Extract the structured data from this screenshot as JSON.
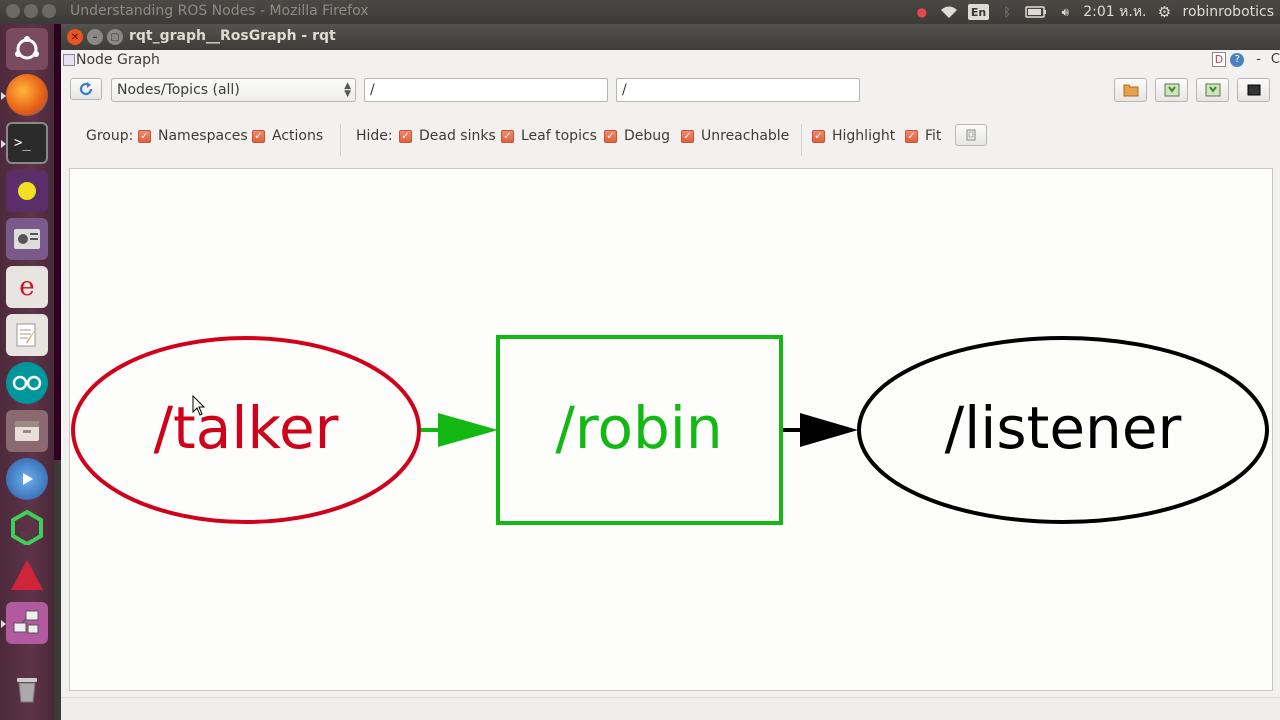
{
  "top_panel": {
    "firefox_title": "Understanding ROS Nodes - Mozilla Firefox",
    "keyboard_layout": "En",
    "clock": "2:01 ห.ห.",
    "user": "robinrobotics"
  },
  "rqt_window": {
    "title": "rqt_graph__RosGraph - rqt",
    "plugin_title": "Node Graph",
    "plugin_d_label": "D",
    "plugin_help_label": "?",
    "plugin_minimize_label": "-",
    "plugin_close_label": "C"
  },
  "toolbar": {
    "view_mode": "Nodes/Topics (all)",
    "namespace_filter": "/",
    "topic_filter": "/"
  },
  "options": {
    "group_label": "Group:",
    "group_items": [
      {
        "label": "Namespaces",
        "checked": true
      },
      {
        "label": "Actions",
        "checked": true
      }
    ],
    "hide_label": "Hide:",
    "hide_items": [
      {
        "label": "Dead sinks",
        "checked": true
      },
      {
        "label": "Leaf topics",
        "checked": true
      },
      {
        "label": "Debug",
        "checked": true
      },
      {
        "label": "Unreachable",
        "checked": true
      }
    ],
    "view_items": [
      {
        "label": "Highlight",
        "checked": true
      },
      {
        "label": "Fit",
        "checked": true
      }
    ]
  },
  "graph": {
    "nodes": [
      {
        "id": "talker",
        "label": "/talker",
        "shape": "ellipse",
        "color": "#d0021b"
      },
      {
        "id": "robin",
        "label": "/robin",
        "shape": "box",
        "color": "#14b814"
      },
      {
        "id": "listener",
        "label": "/listener",
        "shape": "ellipse",
        "color": "#000000"
      }
    ],
    "edges": [
      {
        "from": "talker",
        "to": "robin",
        "color": "#14b814"
      },
      {
        "from": "robin",
        "to": "listener",
        "color": "#000000"
      }
    ]
  },
  "icons": {
    "launcher": [
      "ubuntu-dash-icon",
      "firefox-icon",
      "terminal-icon",
      "yellow-app-icon",
      "screenshot-icon",
      "text-editor-icon",
      "notes-icon",
      "arduino-icon",
      "files-icon",
      "media-player-icon",
      "green-app-icon",
      "red-app-icon",
      "rqt-icon",
      "trash-icon"
    ]
  }
}
